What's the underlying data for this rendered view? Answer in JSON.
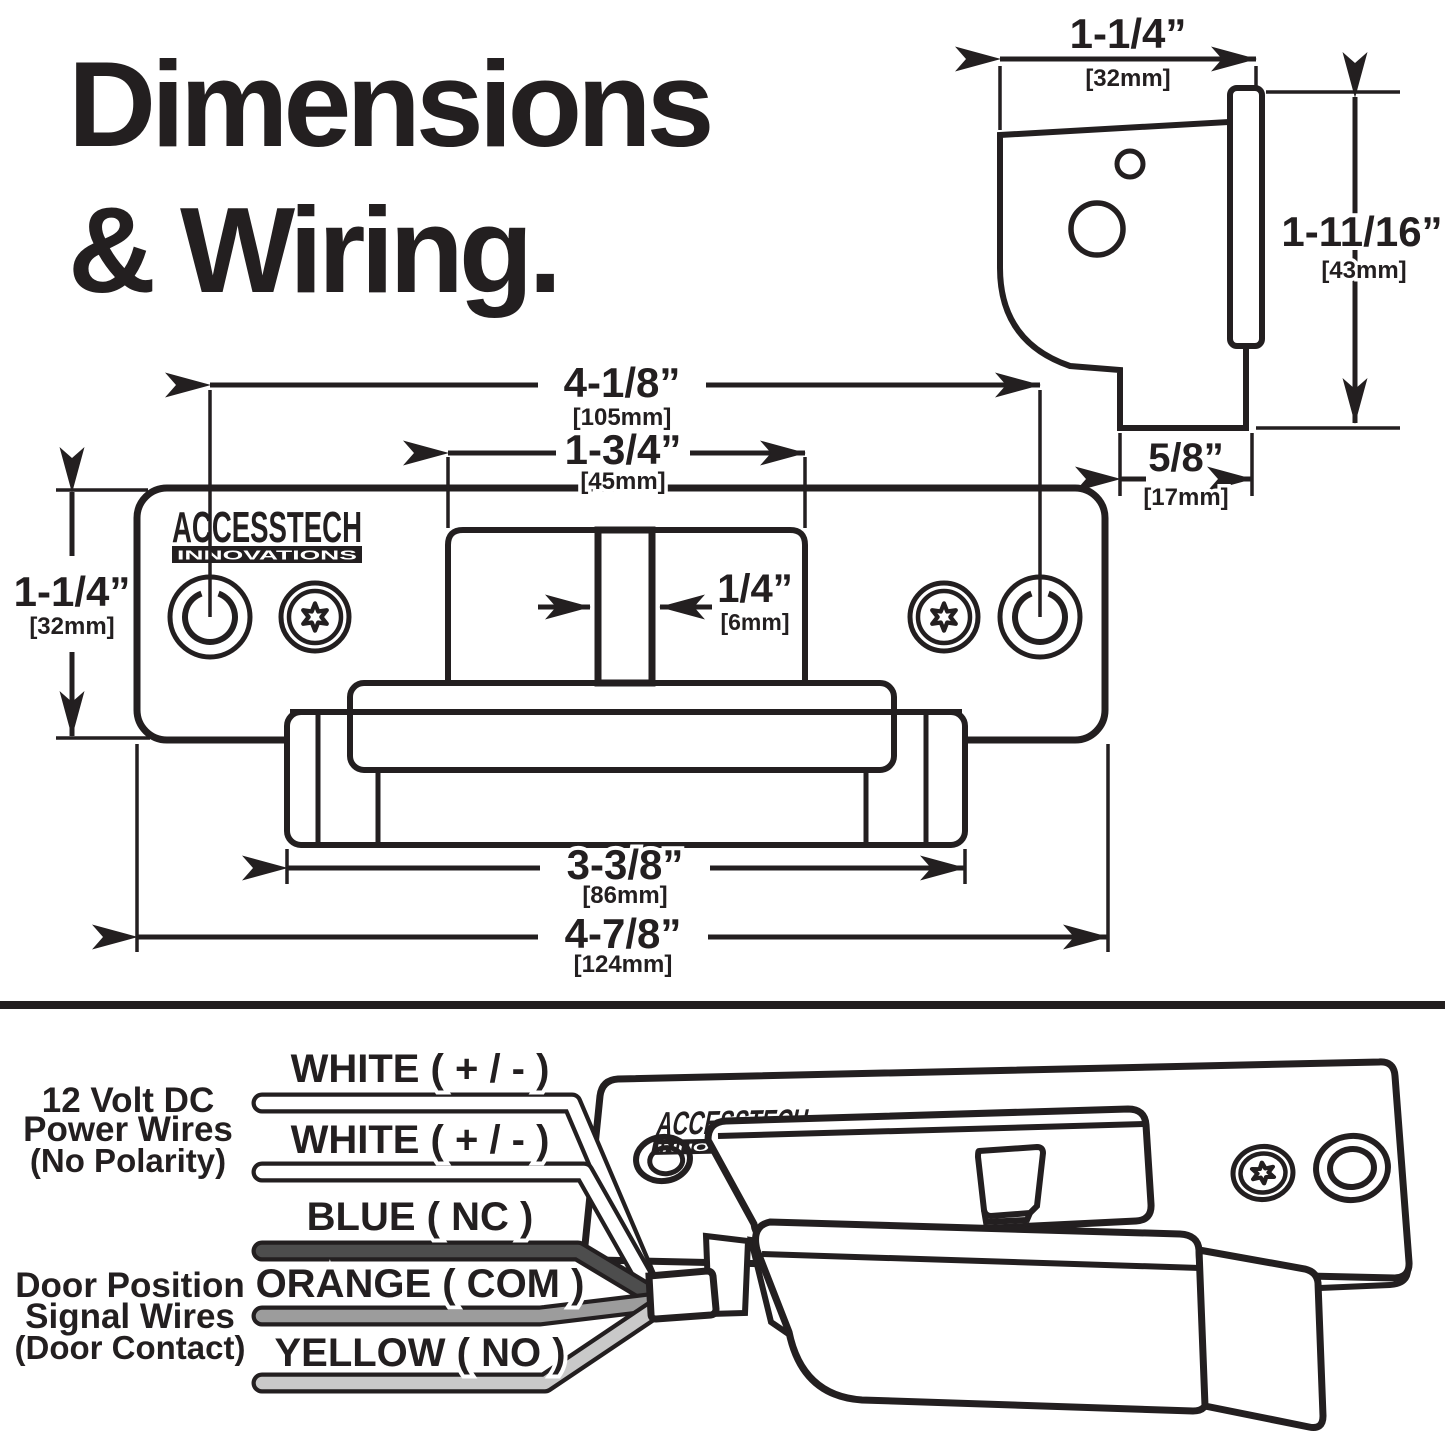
{
  "title": {
    "line1": "Dimensions",
    "line2": "& Wiring."
  },
  "brand": {
    "name": "ACCESSTECH",
    "sub": "INNOVATIONS"
  },
  "side_view": {
    "width": "1-1/4”",
    "width_mm": "[32mm]",
    "height": "1-11/16”",
    "height_mm": "[43mm]",
    "depth": "5/8”",
    "depth_mm": "[17mm]"
  },
  "front_view": {
    "hole_span": "4-1/8”",
    "hole_span_mm": "[105mm]",
    "keeper_width": "1-3/4”",
    "keeper_width_mm": "[45mm]",
    "plate_height": "1-1/4”",
    "plate_height_mm": "[32mm]",
    "divider_width": "1/4”",
    "divider_width_mm": "[6mm]",
    "body_width": "3-3/8”",
    "body_width_mm": "[86mm]",
    "plate_width": "4-7/8”",
    "plate_width_mm": "[124mm]"
  },
  "wiring": {
    "power_group": {
      "line1": "12 Volt DC",
      "line2": "Power Wires",
      "line3": "(No Polarity)"
    },
    "signal_group": {
      "line1": "Door Position",
      "line2": "Signal Wires",
      "line3": "(Door Contact)"
    },
    "wires": [
      {
        "label": "WHITE ( + / - )",
        "color": "#ffffff"
      },
      {
        "label": "WHITE ( + / - )",
        "color": "#ffffff"
      },
      {
        "label": "BLUE ( NC )",
        "color": "#4d4d4d"
      },
      {
        "label": "ORANGE ( COM )",
        "color": "#9c9c9c"
      },
      {
        "label": "YELLOW ( NO )",
        "color": "#c9c9c9"
      }
    ]
  },
  "colors": {
    "ink": "#231f20",
    "background": "#ffffff"
  }
}
